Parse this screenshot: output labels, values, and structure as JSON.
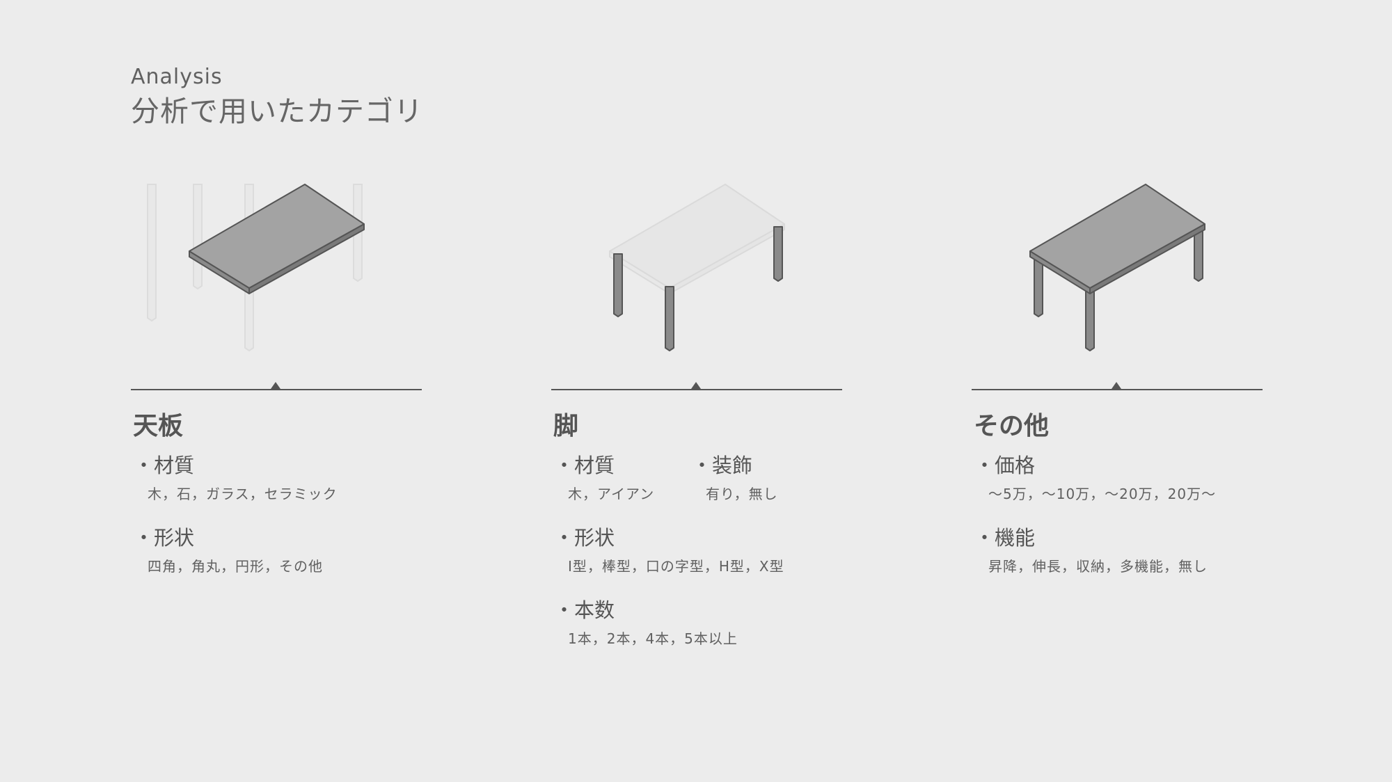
{
  "header": {
    "eyebrow": "Analysis",
    "title": "分析で用いたカテゴリ"
  },
  "categories": [
    {
      "name": "天板",
      "highlight": "tabletop",
      "items": [
        {
          "label": "材質",
          "values": "木，石，ガラス，セラミック"
        },
        {
          "label": "形状",
          "values": "四角，角丸，円形，その他"
        }
      ]
    },
    {
      "name": "脚",
      "highlight": "legs",
      "items": [
        {
          "label": "材質",
          "values": "木，アイアン"
        },
        {
          "label": "装飾",
          "values": "有り，無し"
        },
        {
          "label": "形状",
          "values": "I型，棒型，口の字型，H型，X型"
        },
        {
          "label": "本数",
          "values": "1本，2本，4本，5本以上"
        }
      ]
    },
    {
      "name": "その他",
      "highlight": "all",
      "items": [
        {
          "label": "価格",
          "values": "〜5万，〜10万，〜20万，20万〜"
        },
        {
          "label": "機能",
          "values": "昇降，伸長，収納，多機能，無し"
        }
      ]
    }
  ],
  "colors": {
    "background": "#ececec",
    "text": "#555555",
    "highlight_fill": "#a3a3a3",
    "highlight_stroke": "#555555",
    "faded_fill": "#e6e6e6",
    "faded_stroke": "#dadada"
  }
}
